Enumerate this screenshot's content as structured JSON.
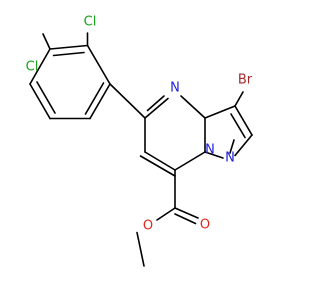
{
  "atoms": {
    "br": {
      "symbol": "Br",
      "color": "#a52a2a"
    },
    "cl_top": {
      "symbol": "Cl",
      "color": "#16a316"
    },
    "cl_left": {
      "symbol": "Cl",
      "color": "#16a316"
    },
    "n_pyrimidine": {
      "symbol": "N",
      "color": "#1f1fd6"
    },
    "n_bridge": {
      "symbol": "N",
      "color": "#1f1fd6"
    },
    "n_pyrazole": {
      "symbol": "N",
      "color": "#1f1fd6"
    },
    "o_carbonyl": {
      "symbol": "O",
      "color": "#e0281e"
    },
    "o_ester": {
      "symbol": "O",
      "color": "#e0281e"
    }
  }
}
